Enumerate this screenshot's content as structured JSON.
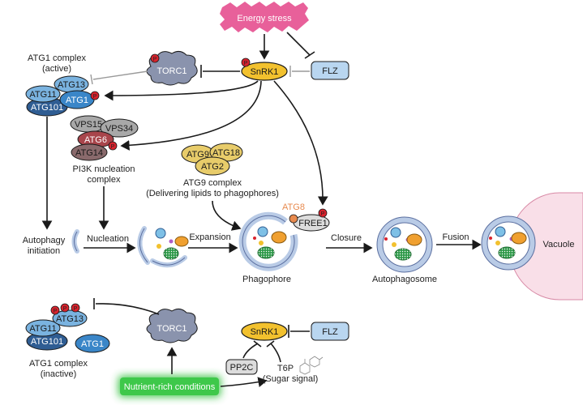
{
  "signals": {
    "energy_stress": "Energy stress",
    "nutrient_rich": "Nutrient-rich conditions",
    "sugar_signal": "(Sugar signal)",
    "t6p": "T6P"
  },
  "proteins": {
    "snrk1": "SnRK1",
    "torc1": "TORC1",
    "flz": "FLZ",
    "atg13": "ATG13",
    "atg11": "ATG11",
    "atg1": "ATG1",
    "atg101": "ATG101",
    "vps15": "VPS15",
    "vps34": "VPS34",
    "atg6": "ATG6",
    "atg14": "ATG14",
    "atg9": "ATG9",
    "atg18": "ATG18",
    "atg2": "ATG2",
    "atg8": "ATG8",
    "free1": "FREE1",
    "pp2c": "PP2C",
    "p": "P"
  },
  "complex_labels": {
    "atg1_active_1": "ATG1 complex",
    "atg1_active_2": "(active)",
    "atg1_inactive_1": "ATG1 complex",
    "atg1_inactive_2": "(inactive)",
    "pi3k_1": "PI3K nucleation",
    "pi3k_2": "complex",
    "atg9_1": "ATG9 complex",
    "atg9_2": "(Delivering lipids to phagophores)"
  },
  "stages": {
    "initiation_1": "Autophagy",
    "initiation_2": "initiation",
    "nucleation": "Nucleation",
    "expansion": "Expansion",
    "closure": "Closure",
    "fusion": "Fusion",
    "phagophore": "Phagophore",
    "autophagosome": "Autophagosome",
    "vacuole": "Vacuole"
  },
  "colors": {
    "energy_stress": "#e8609a",
    "nutrient_glow": "#2fbf3a",
    "snrk1": "#f2c12e",
    "flz": "#b9d6f0",
    "torc1": "#8a93ad",
    "atg1_blue_light": "#7ab3e0",
    "atg1_blue_mid": "#3a86c8",
    "atg1_blue_dark": "#2f5d93",
    "vps_grey": "#a8a8a8",
    "atg6_red": "#a8454b",
    "atg14_brown": "#8a6a6c",
    "atg9_yellow": "#e8cc6a",
    "atg8_orange": "#e88a4e",
    "free1_grey": "#dcdcdc",
    "phospho_red": "#d9232d",
    "membrane_blue": "#b9cbe6",
    "vacuole_pink": "#f9dfe8"
  }
}
